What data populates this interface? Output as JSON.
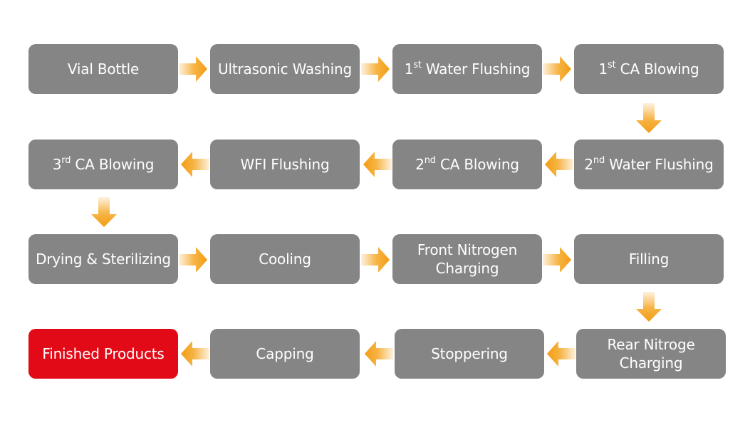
{
  "steps": {
    "vial_bottle": "Vial Bottle",
    "ultrasonic_washing": "Ultrasonic Washing",
    "water_flushing_1": {
      "pre": "1",
      "sup": "st",
      "post": " Water Flushing"
    },
    "ca_blowing_1": {
      "pre": "1",
      "sup": "st",
      "post": " CA Blowing"
    },
    "water_flushing_2": {
      "pre": "2",
      "sup": "nd",
      "post": " Water Flushing"
    },
    "ca_blowing_2": {
      "pre": "2",
      "sup": "nd",
      "post": " CA Blowing"
    },
    "wfi_flushing": "WFI Flushing",
    "ca_blowing_3": {
      "pre": "3",
      "sup": "rd",
      "post": " CA Blowing"
    },
    "drying_sterilizing": "Drying & Sterilizing",
    "cooling": "Cooling",
    "front_nitrogen_charging": [
      "Front Nitrogen",
      "Charging"
    ],
    "filling": "Filling",
    "rear_nitrogen_charging": [
      "Rear Nitroge",
      "Charging"
    ],
    "stoppering": "Stoppering",
    "capping": "Capping",
    "finished_products": "Finished Products"
  },
  "colors": {
    "box": "#858585",
    "final_box": "#e20a16",
    "arrow": "#f5a623",
    "text": "#ffffff"
  }
}
